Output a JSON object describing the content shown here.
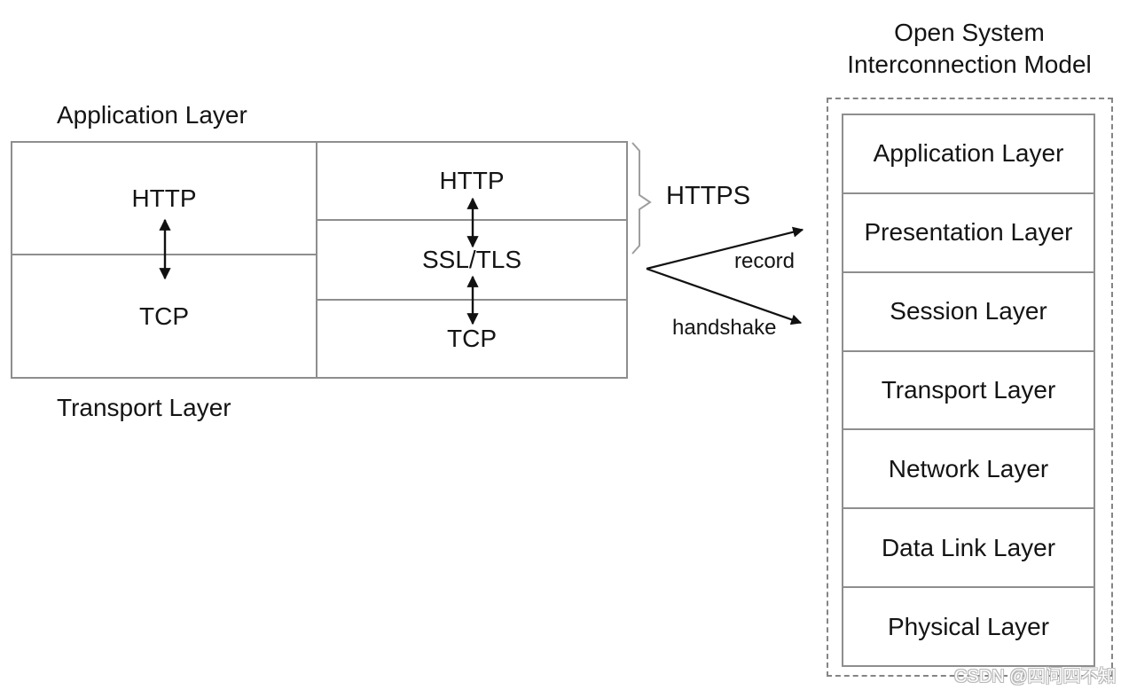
{
  "colors": {
    "box_border": "#8e8e8e",
    "dashed_border": "#858585",
    "text": "#141414",
    "arrow": "#111111",
    "brace": "#9e9e9e",
    "watermark_outline": "#b9b9b9"
  },
  "http_stack": {
    "top_label": "Application Layer",
    "bottom_label": "Transport Layer",
    "plain_column": {
      "rows": [
        "HTTP",
        "TCP"
      ]
    },
    "secure_column": {
      "rows": [
        "HTTP",
        "SSL/TLS",
        "TCP"
      ]
    },
    "https_label": "HTTPS",
    "record_label": "record",
    "handshake_label": "handshake"
  },
  "osi_model": {
    "title_line1": "Open System",
    "title_line2": "Interconnection Model",
    "layers": [
      "Application Layer",
      "Presentation Layer",
      "Session Layer",
      "Transport Layer",
      "Network Layer",
      "Data Link Layer",
      "Physical Layer"
    ]
  },
  "watermark": "CSDN @四问四不知"
}
